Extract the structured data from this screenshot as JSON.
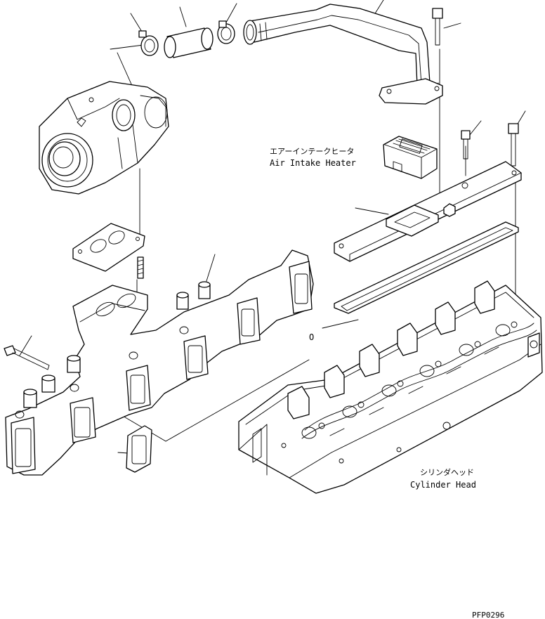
{
  "labels": {
    "air_intake_heater_jp": "エアーインテークヒータ",
    "air_intake_heater_en": "Air Intake Heater",
    "cylinder_head_jp": "シリンダヘッド",
    "cylinder_head_en": "Cylinder Head",
    "callout_o": "O",
    "drawing_code": "PFP0296"
  },
  "colors": {
    "ink": "#000000",
    "paper": "#ffffff"
  }
}
